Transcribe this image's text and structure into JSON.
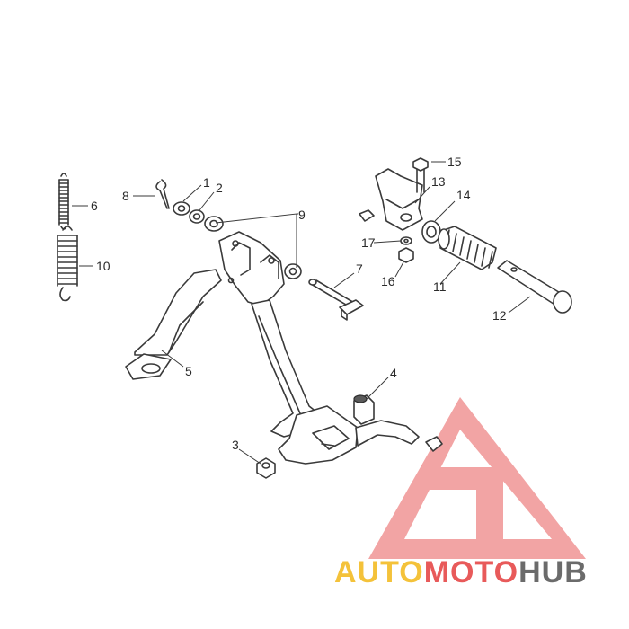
{
  "callouts": {
    "c1": "1",
    "c2": "2",
    "c3": "3",
    "c4": "4",
    "c5": "5",
    "c6": "6",
    "c7": "7",
    "c8": "8",
    "c9": "9",
    "c10": "10",
    "c11": "11",
    "c12": "12",
    "c13": "13",
    "c14": "14",
    "c15": "15",
    "c16": "16",
    "c17": "17"
  },
  "watermark": {
    "part1": "AUTO",
    "part2": "MOTO",
    "part3": "HUB",
    "colors": {
      "auto": "#f4c23a",
      "moto": "#e85a5a",
      "hub": "#6b6b6b",
      "triangle": "#e85a5a"
    }
  }
}
